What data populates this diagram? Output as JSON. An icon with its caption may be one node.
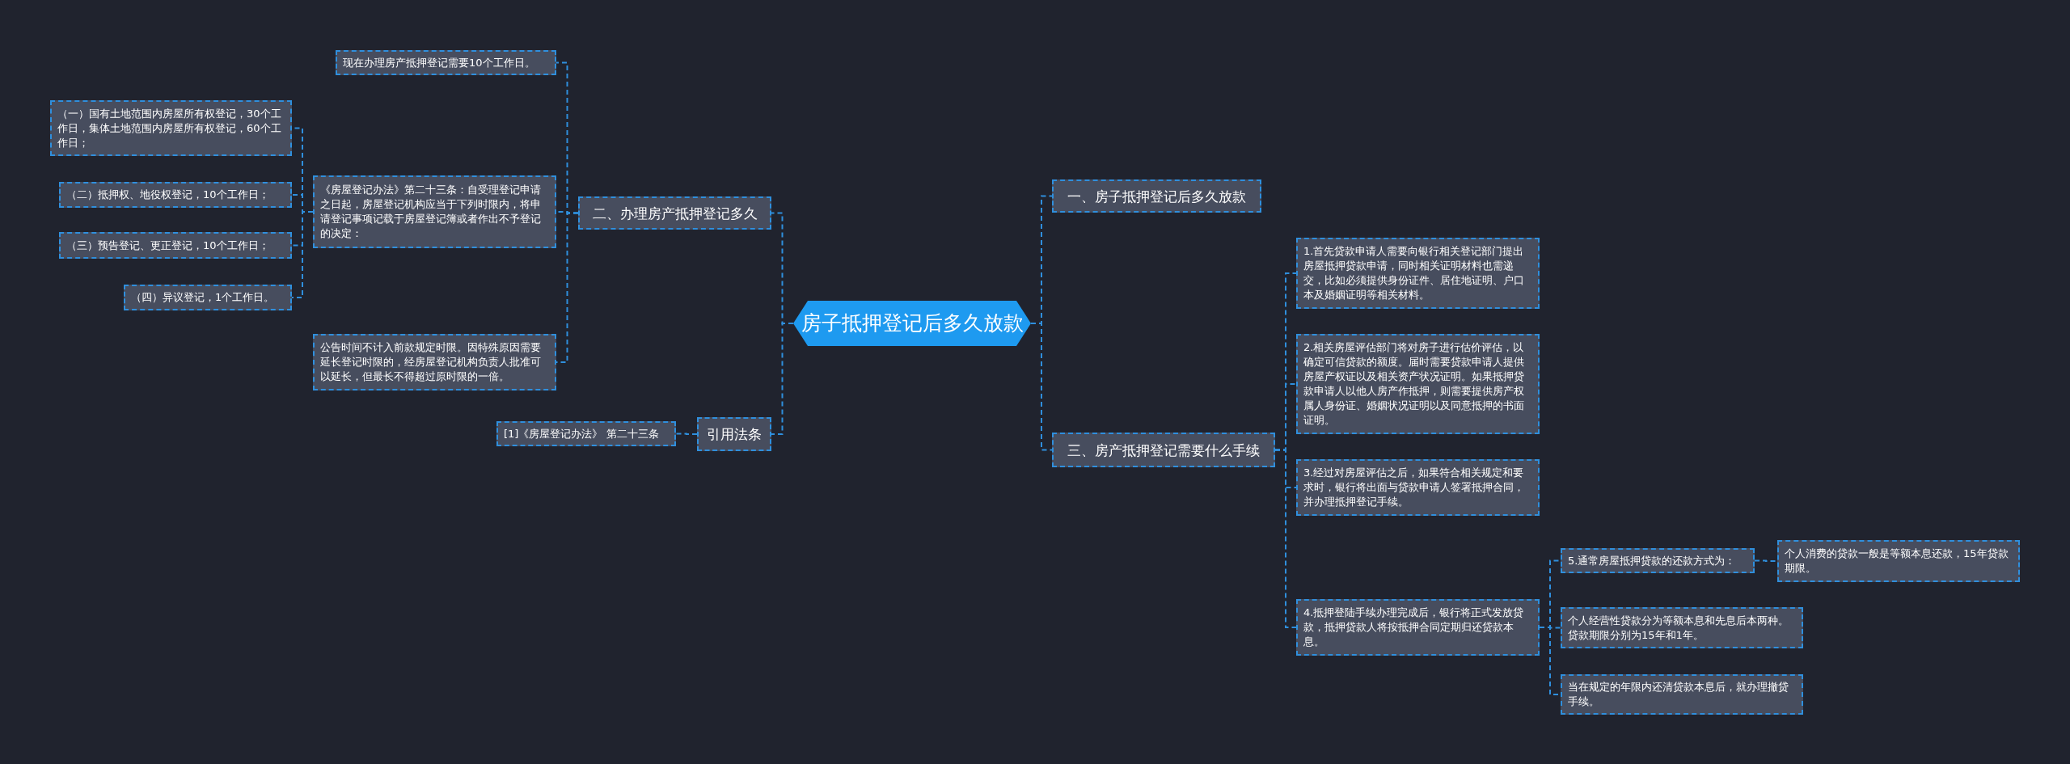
{
  "diagram": {
    "nodes": [
      {
        "text": [
          "房子抵押登记后多久放款"
        ]
      },
      {
        "text": [
          "一、房子抵押登记后多久放款"
        ]
      },
      {
        "text": [
          "二、办理房产抵押登记多久"
        ]
      },
      {
        "text": [
          "现在办理房产抵押登记需要10个工作日。"
        ]
      },
      {
        "text": [
          "《房屋登记办法》第二十三条：自受理登记申请之日起，房屋登记机构应当于下列时限内，将申请登记事项记载于房屋登记簿或者作出不予登记的决定："
        ]
      },
      {
        "text": [
          "（一）国有土地范围内房屋所有权登记，30个工作日，集体土地范围内房屋所有权登记，60个工作日；"
        ]
      },
      {
        "text": [
          "（二）抵押权、地役权登记，10个工作日；"
        ]
      },
      {
        "text": [
          "（三）预告登记、更正登记，10个工作日；"
        ]
      },
      {
        "text": [
          "（四）异议登记，1个工作日。"
        ]
      },
      {
        "text": [
          "公告时间不计入前款规定时限。因特殊原因需要延长登记时限的，经房屋登记机构负责人批准可以延长，但最长不得超过原时限的一倍。"
        ]
      },
      {
        "text": [
          "引用法条"
        ]
      },
      {
        "text": [
          "[1]《房屋登记办法》 第二十三条"
        ]
      },
      {
        "text": [
          "三、房产抵押登记需要什么手续"
        ]
      },
      {
        "text": [
          "1.首先贷款申请人需要向银行相关登记部门提出房屋抵押贷款申请，同时相关证明材料也需递交，比如必须提供身份证件、居住地证明、户口本及婚姻证明等相关材料。"
        ]
      },
      {
        "text": [
          "2.相关房屋评估部门将对房子进行估价评估，以确定可信贷款的额度。届时需要贷款申请人提供房屋产权证以及相关资产状况证明。如果抵押贷款申请人以他人房产作抵押，则需要提供房产权属人身份证、婚姻状况证明以及同意抵押的书面证明。"
        ]
      },
      {
        "text": [
          "3.经过对房屋评估之后，如果符合相关规定和要求时，银行将出面与贷款申请人签署抵押合同，并办理抵押登记手续。"
        ]
      },
      {
        "text": [
          "4.抵押登陆手续办理完成后，银行将正式发放贷款，抵押贷款人将按抵押合同定期归还贷款本息。"
        ]
      },
      {
        "text": [
          "5.通常房屋抵押贷款的还款方式为："
        ]
      },
      {
        "text": [
          "个人消费的贷款一般是等额本息还款，15年贷款期限。"
        ]
      },
      {
        "text": [
          "个人经营性贷款分为等额本息和先息后本两种。贷款期限分别为15年和1年。"
        ]
      },
      {
        "text": [
          "当在规定的年限内还清贷款本息后，就办理撤贷手续。"
        ]
      }
    ],
    "edges": [
      {
        "from": 0,
        "to": 1,
        "arrow": "none",
        "style": "dashed"
      },
      {
        "from": 0,
        "to": 2,
        "arrow": "none",
        "style": "dashed"
      },
      {
        "from": 0,
        "to": 10,
        "arrow": "none",
        "style": "dashed"
      },
      {
        "from": 0,
        "to": 12,
        "arrow": "none",
        "style": "dashed"
      },
      {
        "from": 2,
        "to": 3,
        "arrow": "none",
        "style": "dashed"
      },
      {
        "from": 2,
        "to": 4,
        "arrow": "none",
        "style": "dashed"
      },
      {
        "from": 2,
        "to": 9,
        "arrow": "none",
        "style": "dashed"
      },
      {
        "from": 4,
        "to": 5,
        "arrow": "none",
        "style": "dashed"
      },
      {
        "from": 4,
        "to": 6,
        "arrow": "none",
        "style": "dashed"
      },
      {
        "from": 4,
        "to": 7,
        "arrow": "none",
        "style": "dashed"
      },
      {
        "from": 4,
        "to": 8,
        "arrow": "none",
        "style": "dashed"
      },
      {
        "from": 10,
        "to": 11,
        "arrow": "none",
        "style": "dashed"
      },
      {
        "from": 12,
        "to": 13,
        "arrow": "none",
        "style": "dashed"
      },
      {
        "from": 12,
        "to": 14,
        "arrow": "none",
        "style": "dashed"
      },
      {
        "from": 12,
        "to": 15,
        "arrow": "none",
        "style": "dashed"
      },
      {
        "from": 12,
        "to": 16,
        "arrow": "none",
        "style": "dashed"
      },
      {
        "from": 16,
        "to": 17,
        "arrow": "none",
        "style": "dashed"
      },
      {
        "from": 16,
        "to": 19,
        "arrow": "none",
        "style": "dashed"
      },
      {
        "from": 16,
        "to": 20,
        "arrow": "none",
        "style": "dashed"
      },
      {
        "from": 17,
        "to": 18,
        "arrow": "none",
        "style": "dashed"
      }
    ]
  }
}
